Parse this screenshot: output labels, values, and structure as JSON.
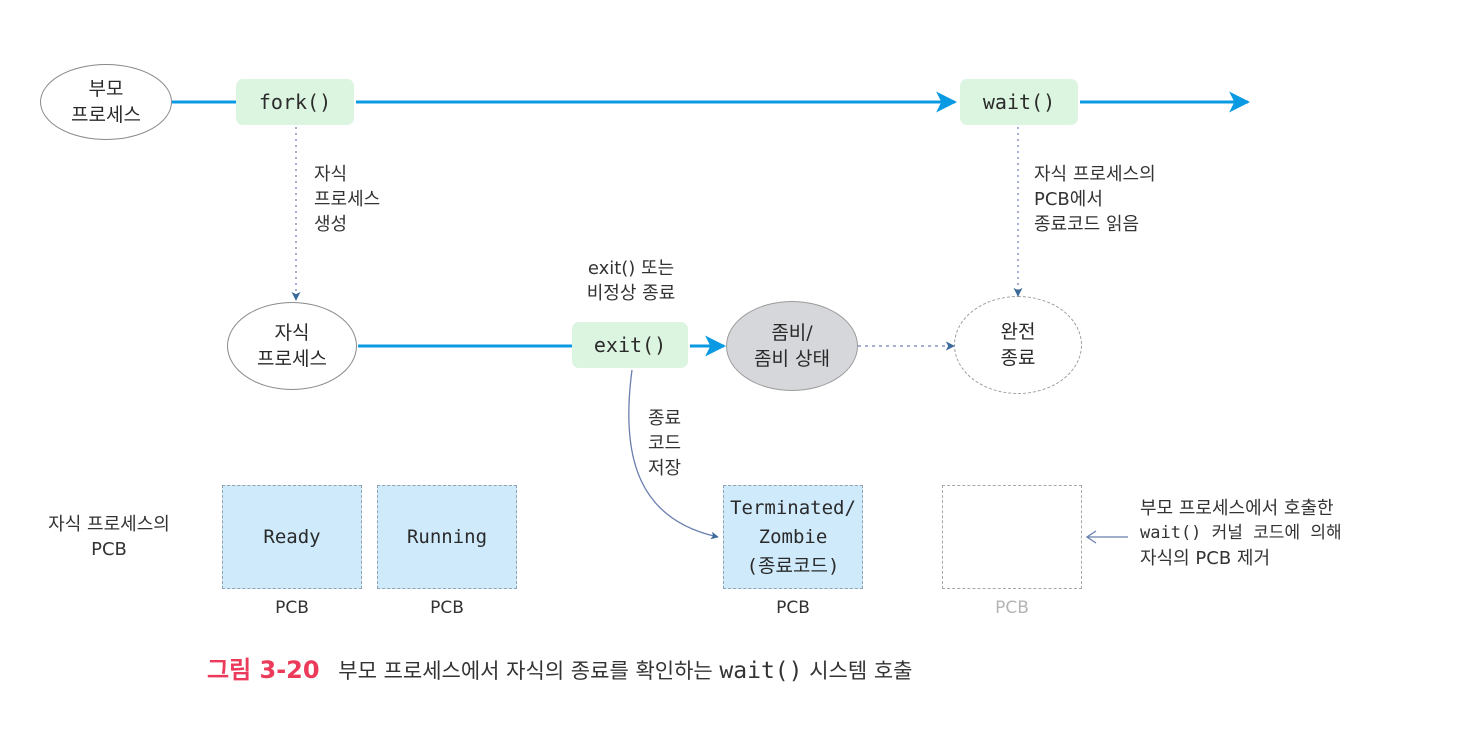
{
  "colors": {
    "main_arrow": "#0a9ae4",
    "dotted_arrow": "#3c6a9a",
    "call_box": "#dcf5e0",
    "pcb_fill": "#cfeafb",
    "zombie_fill": "#d6d7da",
    "caption_accent": "#ec3a5b"
  },
  "nodes": {
    "parent": [
      "부모",
      "프로세스"
    ],
    "child": [
      "자식",
      "프로세스"
    ],
    "zombie": [
      "좀비/",
      "좀비 상태"
    ],
    "terminated": [
      "완전",
      "종료"
    ]
  },
  "calls": {
    "fork": "fork()",
    "wait": "wait()",
    "exit": "exit()"
  },
  "annotations": {
    "create_child": [
      "자식",
      "프로세스",
      "생성"
    ],
    "read_exit_code": [
      "자식 프로세스의",
      "PCB에서",
      "종료코드 읽음"
    ],
    "exit_or_abnormal": [
      "exit() 또는",
      "비정상 종료"
    ],
    "save_exit_code": [
      "종료",
      "코드",
      "저장"
    ],
    "remove_pcb": [
      "부모 프로세스에서 호출한",
      "wait() 커널 코드에 의해",
      "자식의 PCB 제거"
    ]
  },
  "pcb_row": {
    "row_label": [
      "자식 프로세스의",
      "PCB"
    ],
    "boxes": [
      {
        "state": [
          "Ready"
        ],
        "caption": "PCB"
      },
      {
        "state": [
          "Running"
        ],
        "caption": "PCB"
      },
      {
        "state": [
          "Terminated/",
          "Zombie",
          "(종료코드)"
        ],
        "caption": "PCB"
      },
      {
        "state": [],
        "caption": "PCB"
      }
    ]
  },
  "caption": {
    "figure_label": "그림 3-20",
    "text_before": "부모 프로세스에서 자식의 종료를 확인하는",
    "code": "wait()",
    "text_after": "시스템 호출"
  }
}
